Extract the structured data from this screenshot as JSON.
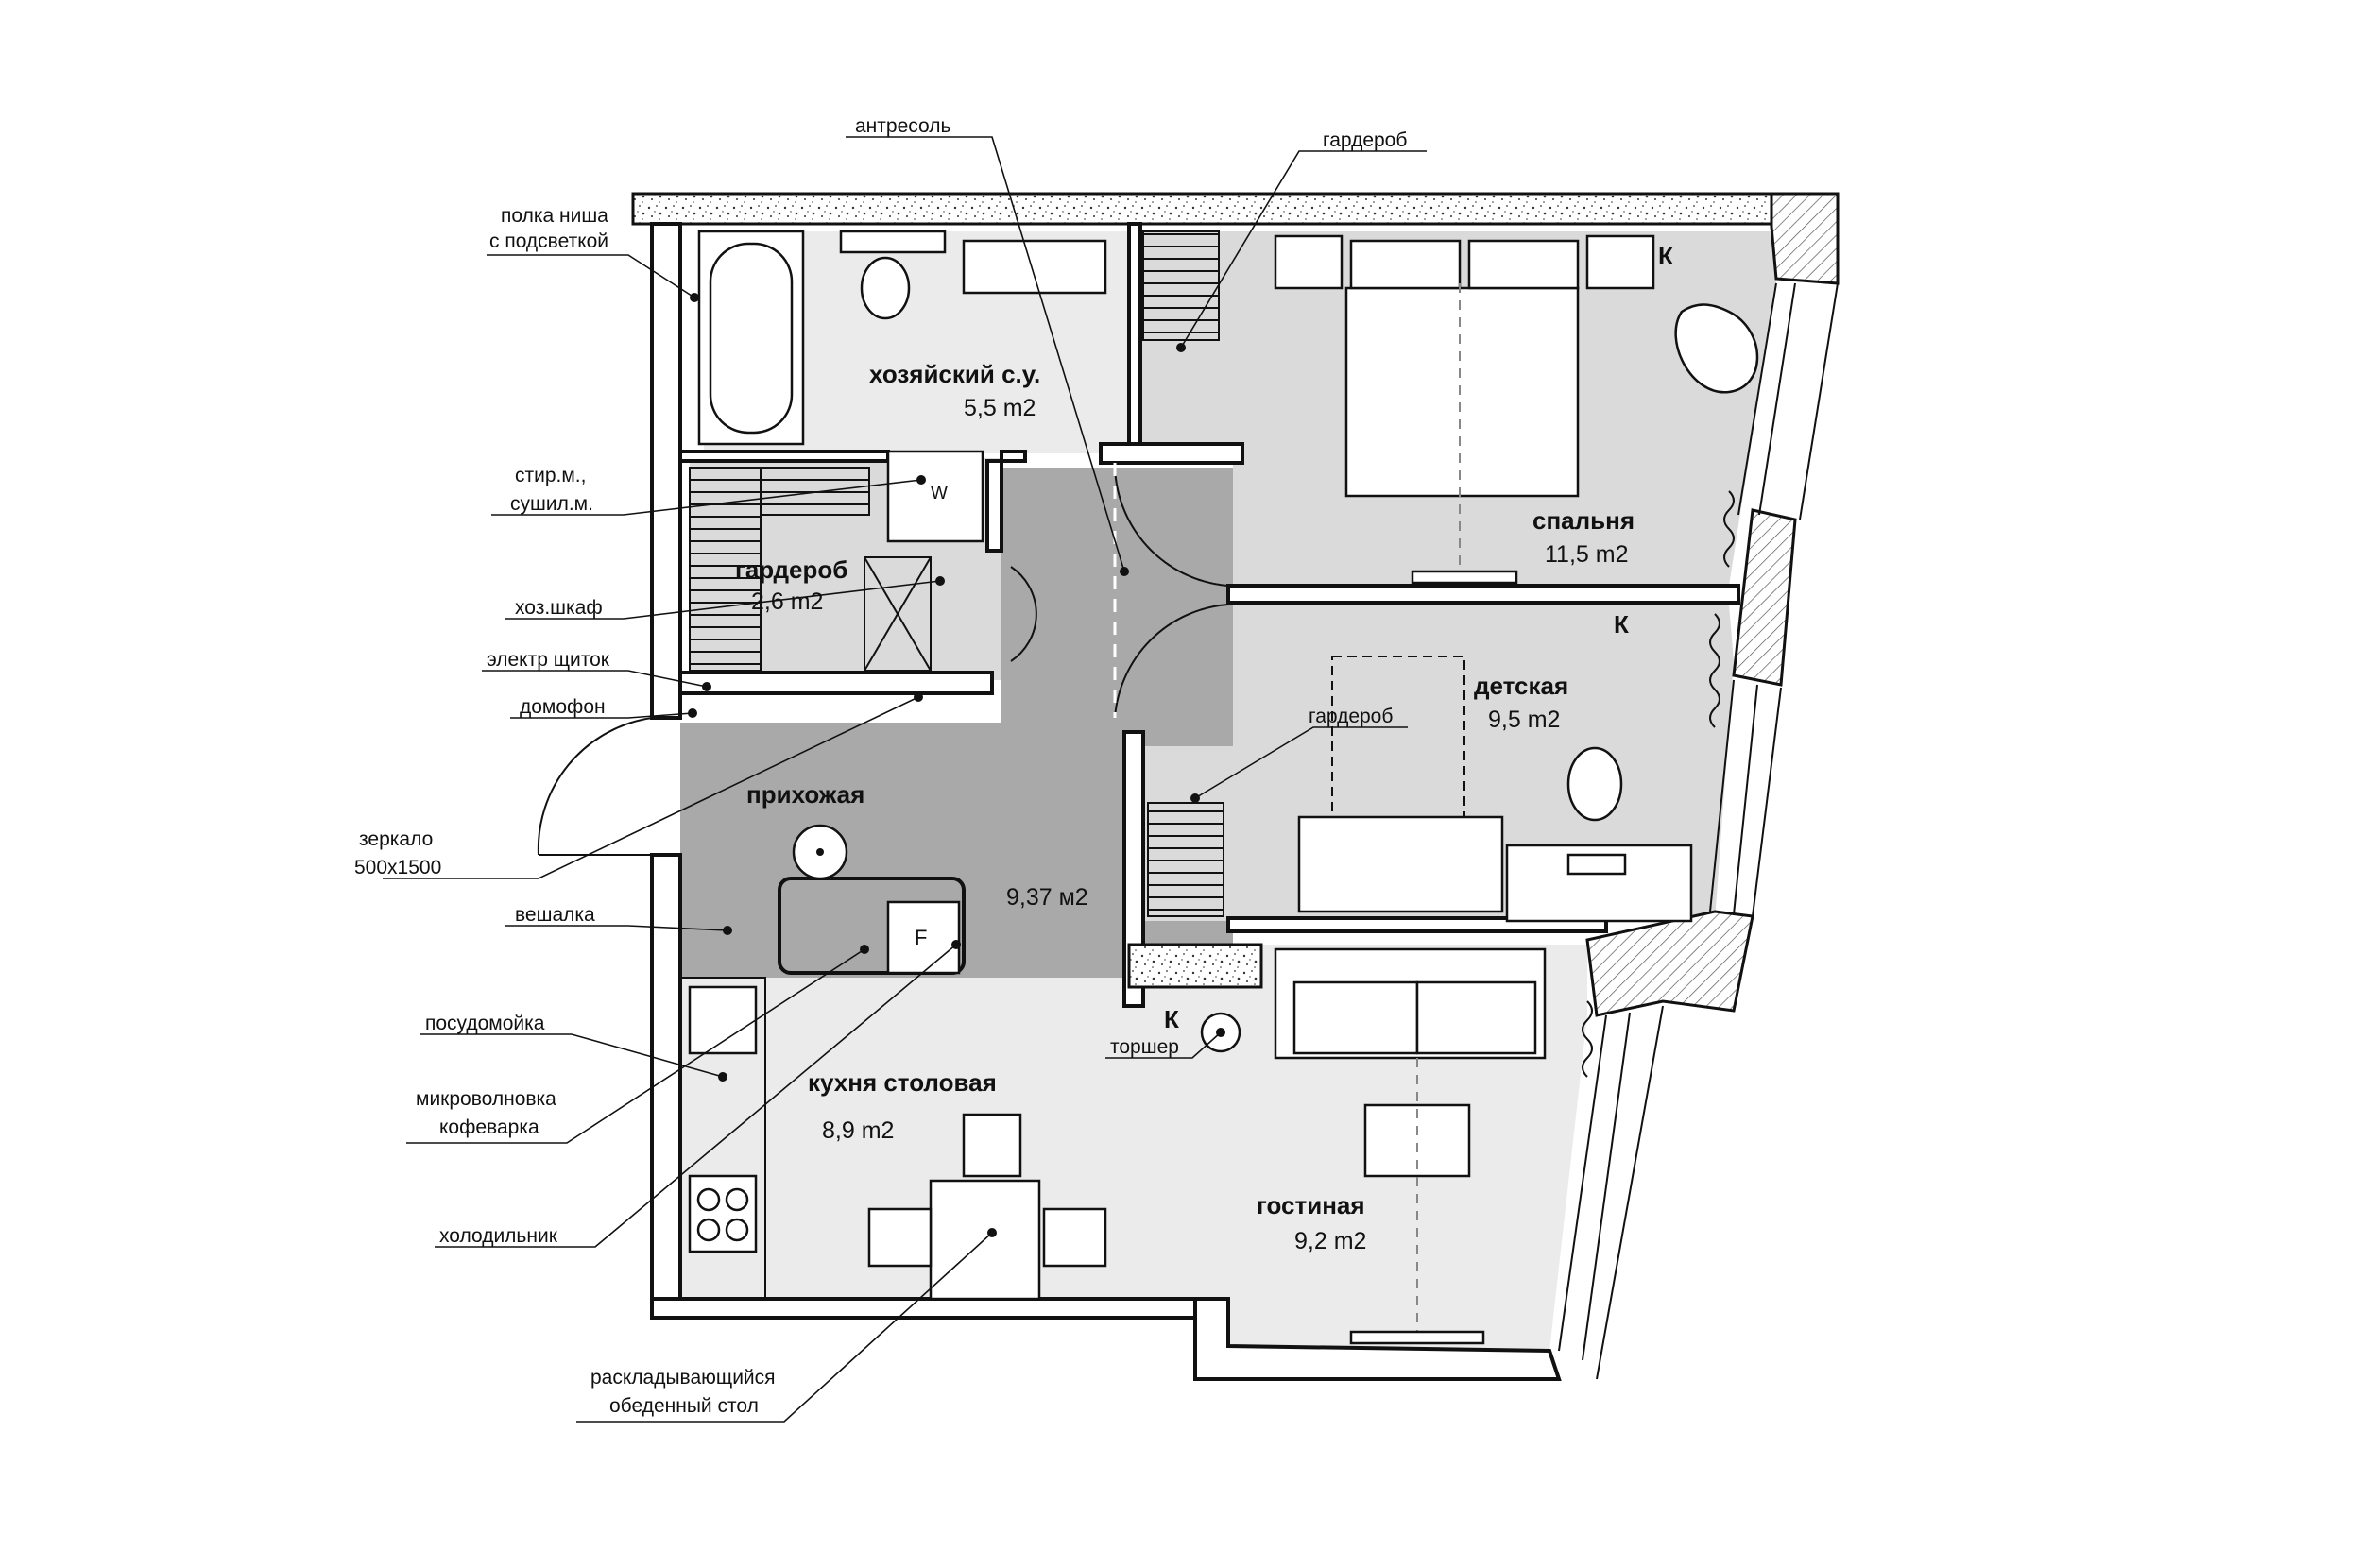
{
  "rooms": {
    "bathroom": {
      "name": "хозяйский с.у.",
      "area": "5,5 m2"
    },
    "closet": {
      "name": "гардероб",
      "area": "2,6 m2"
    },
    "bedroom": {
      "name": "спальня",
      "area": "11,5 m2"
    },
    "kids": {
      "name": "детская",
      "area": "9,5 m2"
    },
    "hall": {
      "name": "прихожая",
      "area": "9,37 м2"
    },
    "kitchen": {
      "name": "кухня столовая",
      "area": "8,9 m2"
    },
    "living": {
      "name": "гостиная",
      "area": "9,2 m2"
    }
  },
  "callouts": {
    "mezzanine": "антресоль",
    "wardrobe_top": "гардероб",
    "shelf_line1": "полка ниша",
    "shelf_line2": "с подсветкой",
    "washer_line1": "стир.м.,",
    "washer_line2": "сушил.м.",
    "utility_cabinet": "хоз.шкаф",
    "electric_panel": "электр щиток",
    "intercom": "домофон",
    "mirror_line1": "зеркало",
    "mirror_line2": "500х1500",
    "wardrobe_kids": "гардероб",
    "hanger": "вешалка",
    "dishwasher": "посудомойка",
    "microwave_line1": "микроволновка",
    "microwave_line2": "кофеварка",
    "floor_lamp": "торшер",
    "fridge": "холодильник",
    "table_line1": "раскладывающийся",
    "table_line2": "обеденный стол"
  },
  "symbols": {
    "washer": "W",
    "fridge": "F",
    "ac_bedroom": "К",
    "ac_kids": "К",
    "ac_living": "К"
  },
  "colors": {
    "hall_fill": "#a9a9a9",
    "room_fill": "#dadada",
    "light_fill": "#ebebeb"
  }
}
